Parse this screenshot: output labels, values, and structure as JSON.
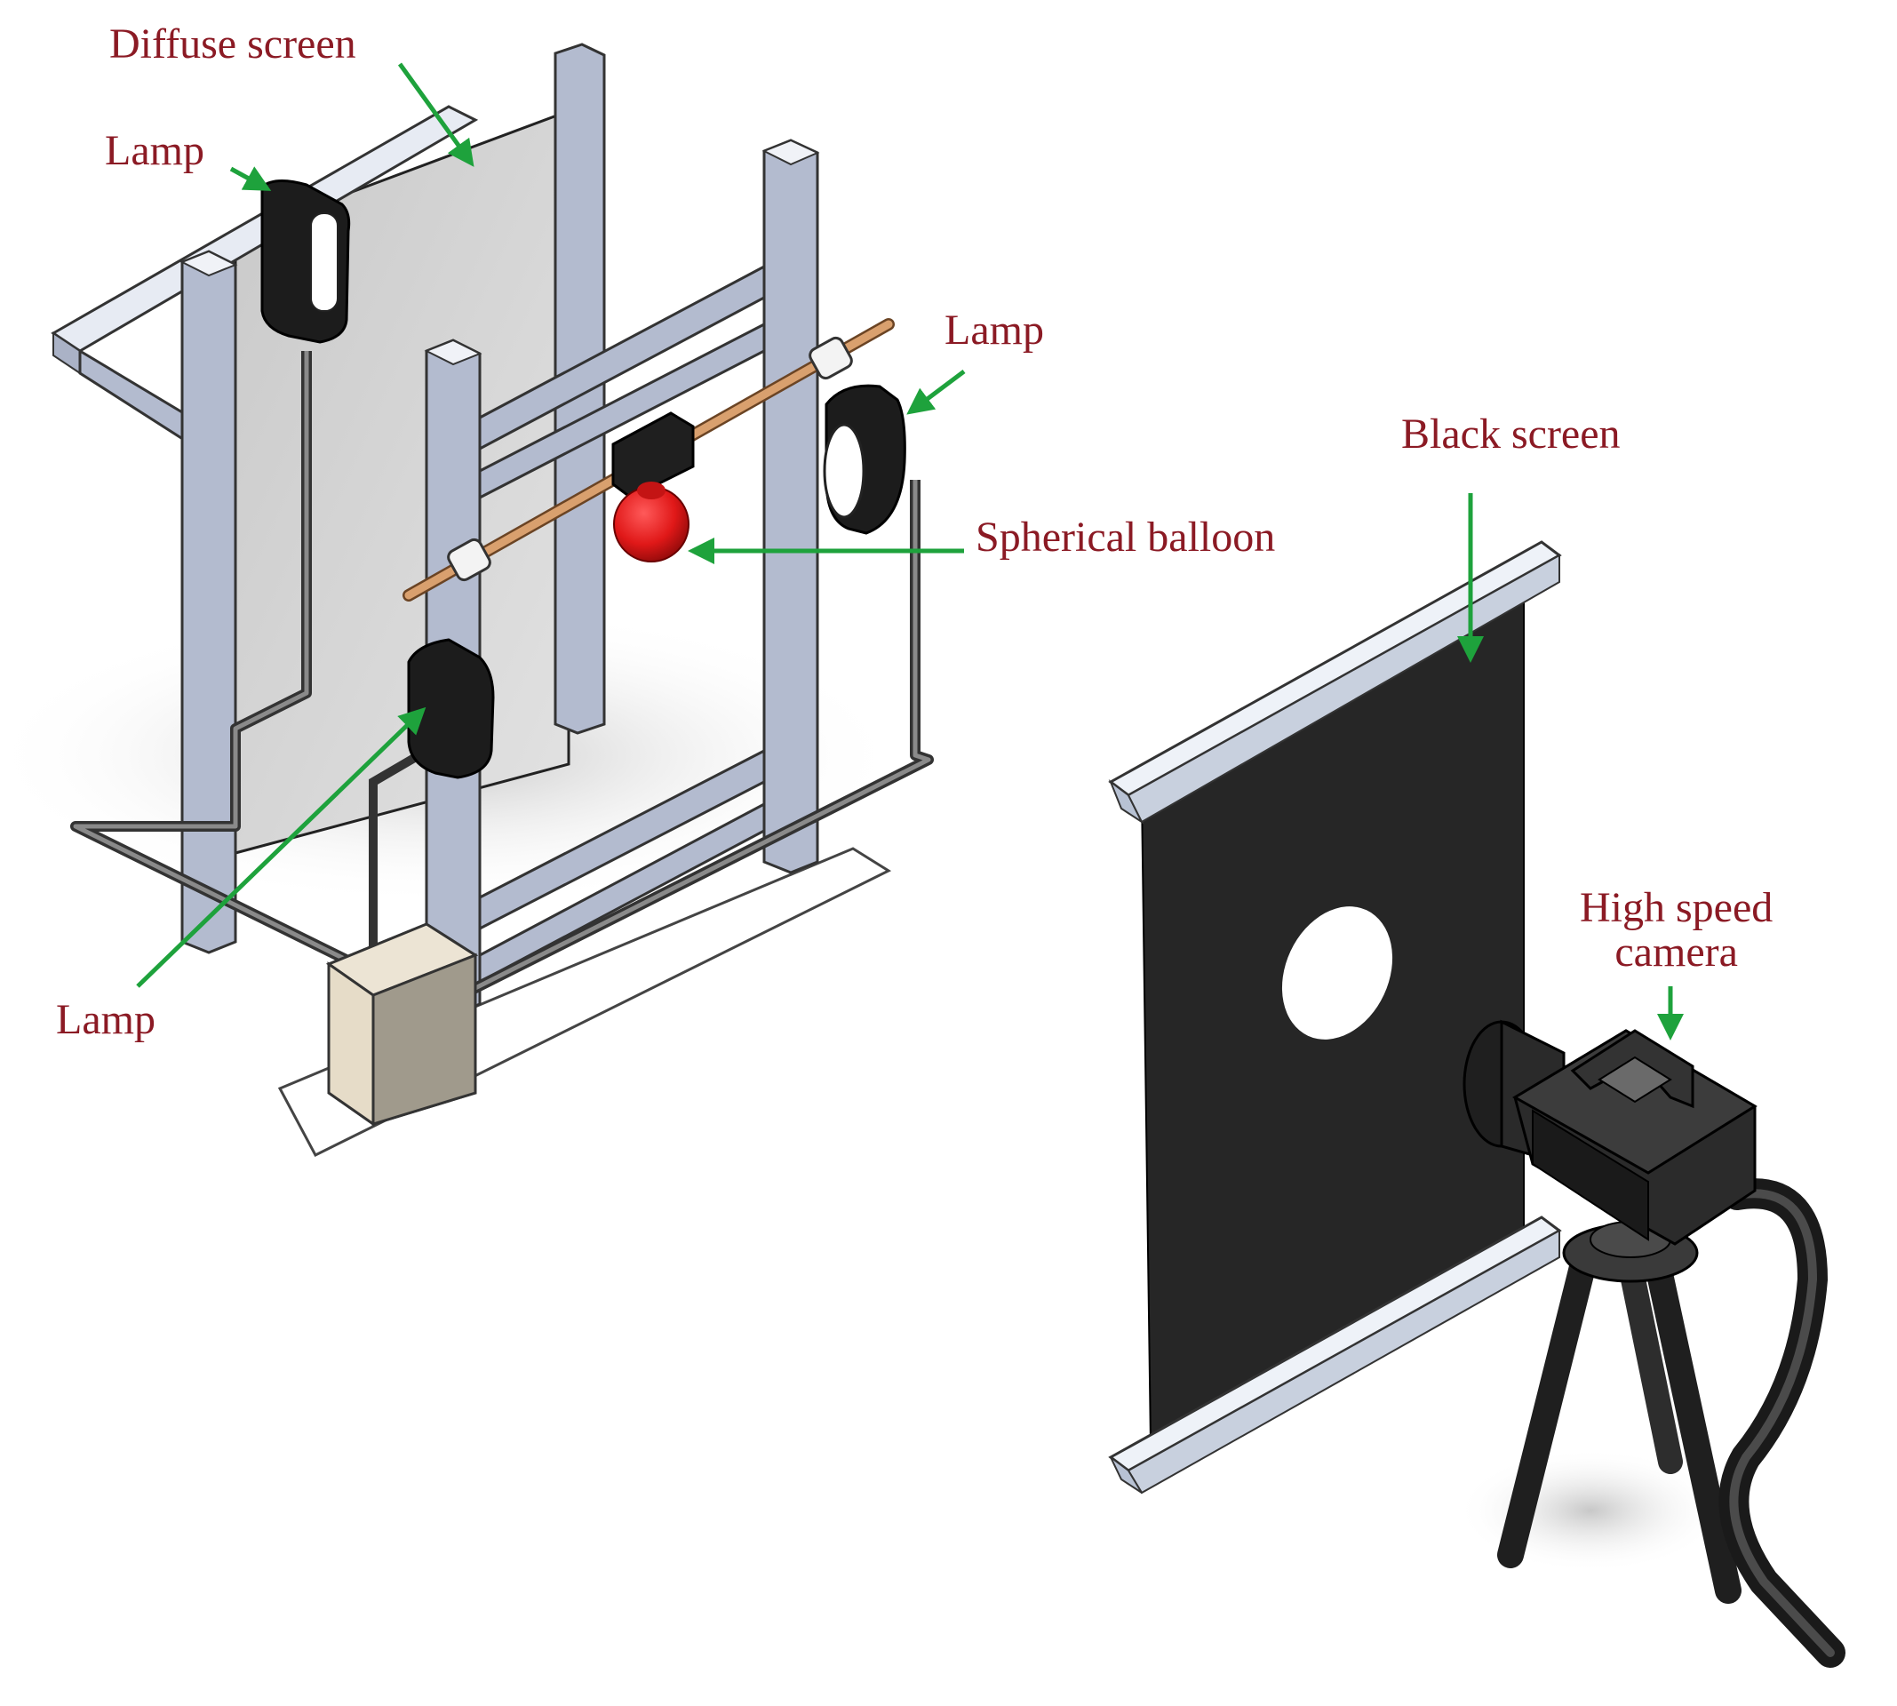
{
  "labels": {
    "diffuse_screen": "Diffuse screen",
    "lamp_top": "Lamp",
    "lamp_right": "Lamp",
    "lamp_bottom": "Lamp",
    "spherical_balloon": "Spherical balloon",
    "black_screen": "Black screen",
    "high_speed_camera": "High speed\ncamera"
  },
  "colors": {
    "label_text": "#8b1a24",
    "arrow": "#1ea23c",
    "frame": "#a8b0c4",
    "balloon": "#e01818",
    "black_screen": "#262626",
    "rod": "#d9a06e"
  },
  "icons": {
    "camera": "camera-icon",
    "lamp": "lamp-icon"
  }
}
